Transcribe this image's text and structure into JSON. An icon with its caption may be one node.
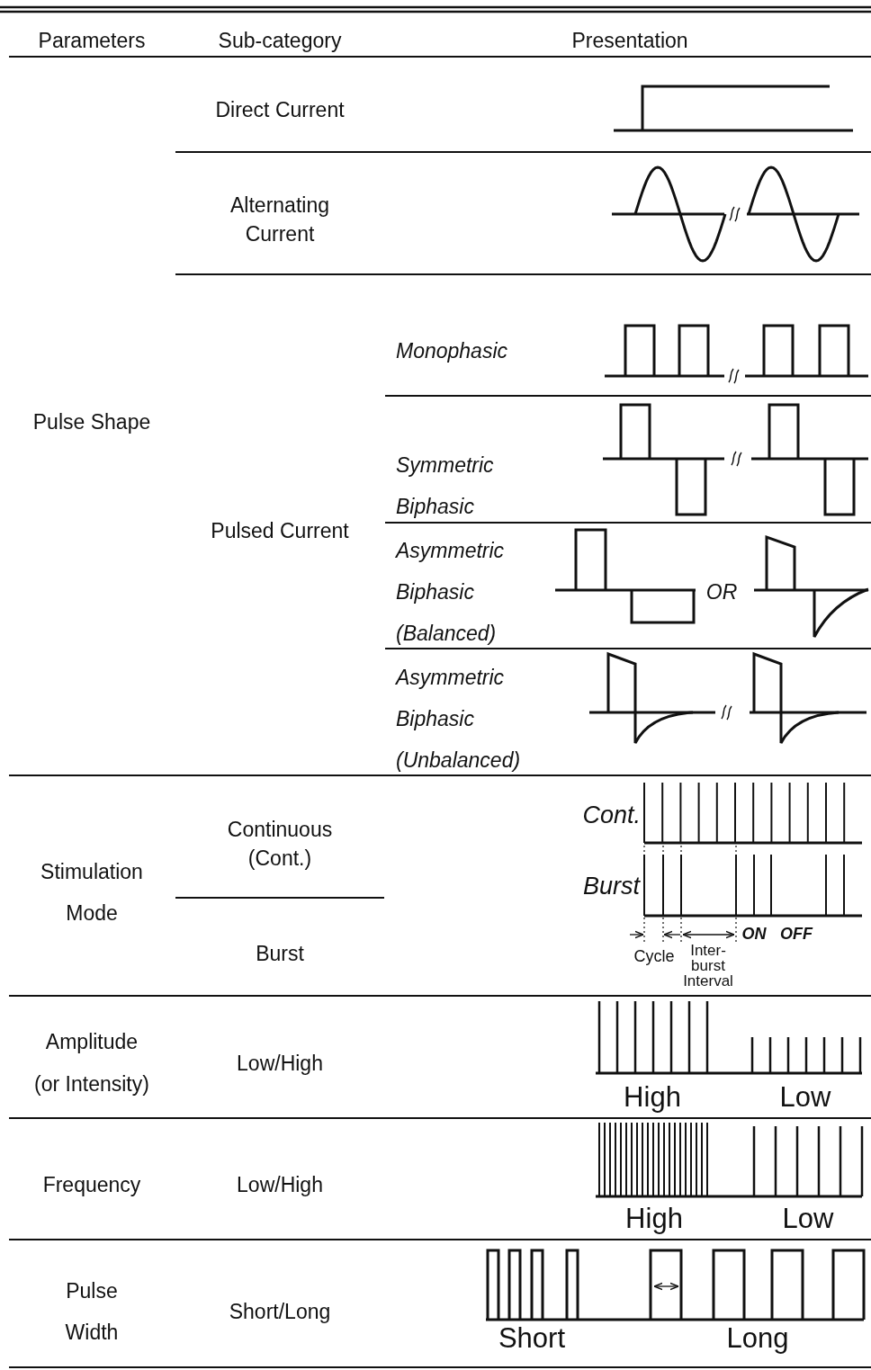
{
  "diagram": {
    "labels": [
      "Parameters",
      "Sub-category",
      "Presentation",
      "Direct Current",
      "Alternating Current",
      "Monophasic",
      "Pulse Shape",
      "Symmetric Biphasic",
      "Pulsed Current",
      "Asymmetric Biphasic (Balanced)",
      "OR",
      "Asymmetric Biphasic (Unbalanced)",
      "Continuous (Cont.)",
      "Cont.",
      "Stimulation Mode",
      "Burst",
      "Burst",
      "ON",
      "OFF",
      "Cycle",
      "Inter- burst Interval",
      "Amplitude (or Intensity)",
      "Low/High",
      "High",
      "Low",
      "Frequency",
      "Low/High",
      "High",
      "Low",
      "Pulse Width",
      "Short/Long",
      "Short",
      "Long"
    ]
  }
}
